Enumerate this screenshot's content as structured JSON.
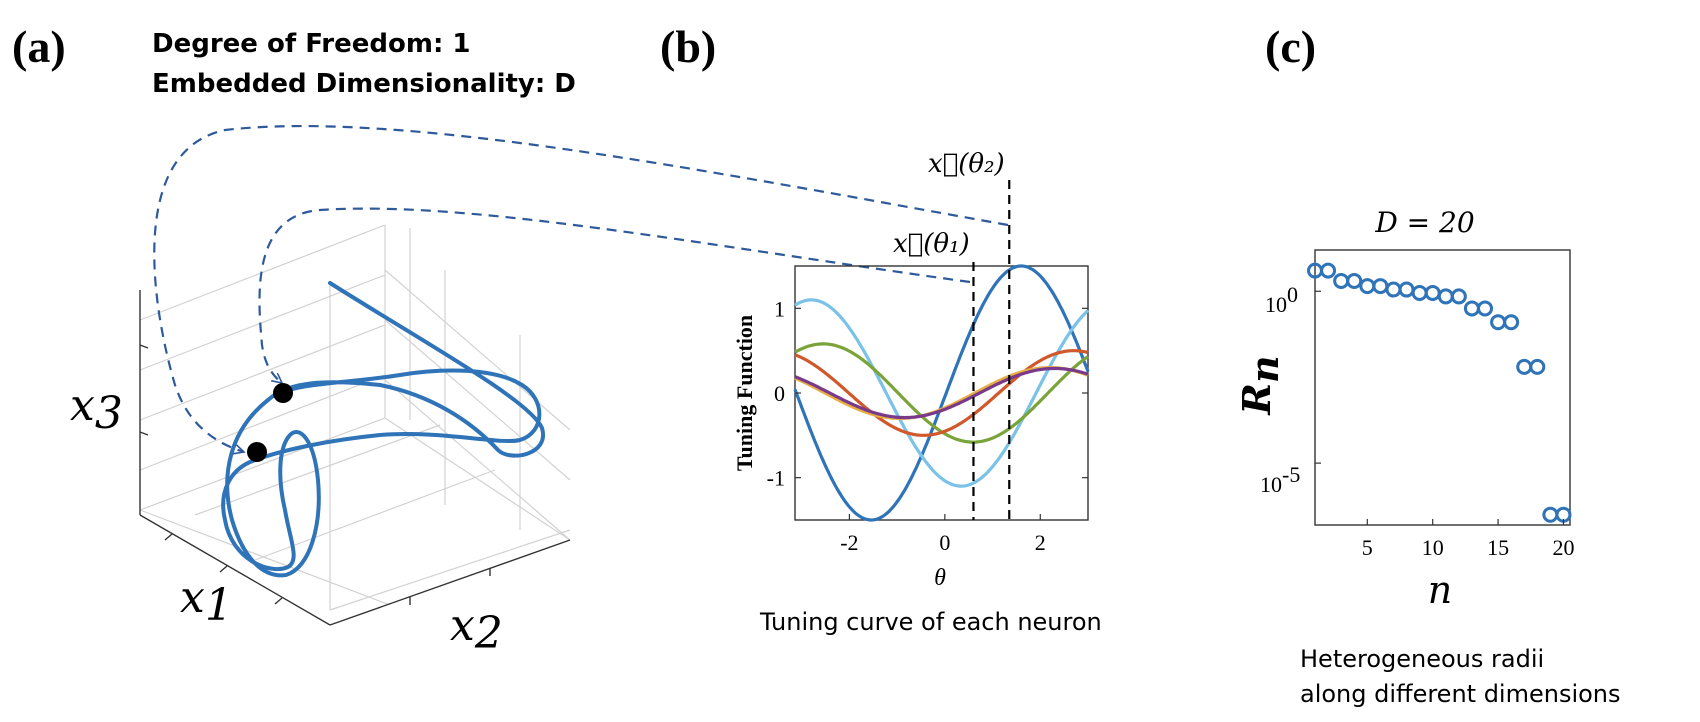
{
  "figure": {
    "panel_a": {
      "label": "(a)",
      "title_line1": "Degree of Freedom: 1",
      "title_line2": "Embedded Dimensionality: D",
      "axis_x1": "x",
      "axis_x1_sub": "1",
      "axis_x2": "x",
      "axis_x2_sub": "2",
      "axis_x3": "x",
      "axis_x3_sub": "3",
      "curve_color": "#2f73b8",
      "arrow_color": "#2e5a9c"
    },
    "panel_b": {
      "label": "(b)",
      "ylabel": "Tuning Function",
      "xlabel": "θ",
      "caption": "Tuning curve of each neuron",
      "annotation_theta1": "x⃗(θ₁)",
      "annotation_theta2": "x⃗(θ₂)"
    },
    "panel_c": {
      "label": "(c)",
      "title": "D = 20",
      "ylabel": "R",
      "ylabel_sub": "n",
      "xlabel": "n",
      "caption_line1": "Heterogeneous radii",
      "caption_line2": "along different dimensions",
      "ytick_top_base": "10",
      "ytick_top_exp": "0",
      "ytick_bottom_base": "10",
      "ytick_bottom_exp": "-5"
    }
  },
  "chart_data": [
    {
      "type": "line",
      "title": "",
      "xlabel": "θ",
      "ylabel": "Tuning Function",
      "xlim": [
        -3.14,
        3.0
      ],
      "ylim": [
        -1.5,
        1.5
      ],
      "xticks": [
        -2,
        0,
        2
      ],
      "yticks": [
        -1,
        0,
        1
      ],
      "grid": false,
      "vlines": [
        0.6,
        1.35
      ],
      "series": [
        {
          "color": "#2f73b8",
          "amp": 1.5,
          "freq": 1,
          "peak": 1.6
        },
        {
          "color": "#7ac2e8",
          "amp": 1.1,
          "freq": 1,
          "peak": -2.8
        },
        {
          "color": "#7aa43a",
          "amp": 0.58,
          "freq": 1,
          "peak": -2.55
        },
        {
          "color": "#d0582b",
          "amp": 0.5,
          "freq": 1,
          "peak": 2.7
        },
        {
          "color": "#e8ae42",
          "amp": 0.3,
          "freq": 1,
          "peak": 2.2
        },
        {
          "color": "#7a3a8c",
          "amp": 0.29,
          "freq": 1,
          "peak": 2.3
        }
      ]
    },
    {
      "type": "scatter",
      "title": "D = 20",
      "xlabel": "n",
      "ylabel": "R_n",
      "yscale": "log",
      "xlim": [
        1,
        20.5
      ],
      "ylim_log10": [
        -6.8,
        1.2
      ],
      "xticks": [
        5,
        10,
        15,
        20
      ],
      "yticks_log10": [
        0,
        -5
      ],
      "grid": false,
      "color": "#2f73b8",
      "x": [
        1,
        2,
        3,
        4,
        5,
        6,
        7,
        8,
        9,
        10,
        11,
        12,
        13,
        14,
        15,
        16,
        17,
        18,
        19,
        20
      ],
      "y_log10": [
        0.6,
        0.6,
        0.3,
        0.3,
        0.15,
        0.15,
        0.05,
        0.05,
        -0.05,
        -0.05,
        -0.15,
        -0.15,
        -0.5,
        -0.5,
        -0.9,
        -0.9,
        -2.2,
        -2.2,
        -6.5,
        -6.5
      ]
    }
  ]
}
